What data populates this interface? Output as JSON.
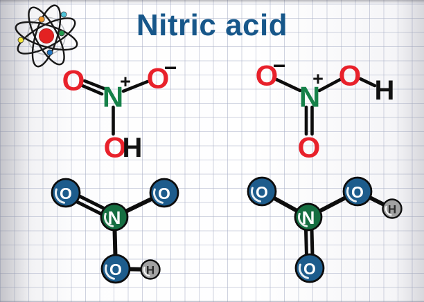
{
  "title": "Nitric acid",
  "colors": {
    "title_text": "#17578a",
    "oxygen_text": "#e8212b",
    "nitrogen_text": "#168149",
    "black_text": "#121212",
    "bond": "#0d0d0d",
    "oxygen_ball": "#1d5c8c",
    "nitrogen_ball": "#156e41",
    "hydrogen_ball": "#a2a2a2",
    "hydrogen_letter": "#2b2b2b",
    "ball_letter": "#ffffff",
    "nucleus": "#e32222",
    "electron_1": "#f29a2e",
    "electron_2": "#4fc4d9",
    "electron_3": "#229a4d",
    "electron_4": "#f4e73c",
    "electron_5": "#2277c4"
  },
  "formulas": [
    {
      "o_double": "O",
      "n": "N",
      "n_charge": "+",
      "o_minus": "O",
      "o_minus_charge": "−",
      "o_hydroxyl": "O",
      "h": "H"
    },
    {
      "o_minus": "O",
      "o_minus_charge": "−",
      "n": "N",
      "n_charge": "+",
      "o_hydroxyl": "O",
      "h": "H",
      "o_double": "O"
    }
  ],
  "models": [
    {
      "o1": "O",
      "o2": "O",
      "n": "N",
      "o3": "O",
      "h": "H"
    },
    {
      "o1": "O",
      "n": "N",
      "o2": "O",
      "h": "H",
      "o3": "O"
    }
  ]
}
